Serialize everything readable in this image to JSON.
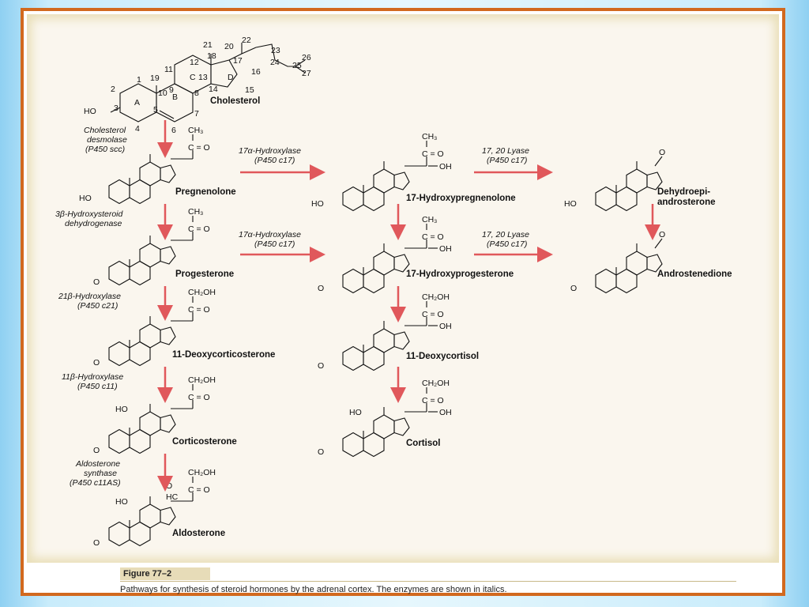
{
  "colors": {
    "arrow": "#e0585b",
    "frame": "#d2691e",
    "caption_tag": "#e7dcb8"
  },
  "cholesterol": {
    "name": "Cholesterol",
    "ho": "HO",
    "ring_letters": [
      "A",
      "B",
      "C",
      "D"
    ],
    "carbon_numbers": [
      "1",
      "2",
      "3",
      "4",
      "5",
      "6",
      "7",
      "8",
      "9",
      "10",
      "11",
      "12",
      "13",
      "14",
      "15",
      "16",
      "17",
      "18",
      "19",
      "20",
      "21",
      "22",
      "23",
      "24",
      "25",
      "26",
      "27"
    ]
  },
  "groups": {
    "ch3": "CH₃",
    "ch2oh": "CH₂OH",
    "c_eq_o": "C = O",
    "oh": "OH",
    "ho": "HO",
    "o": "O",
    "hc": "HC"
  },
  "compounds": {
    "pregnenolone": "Pregnenolone",
    "hydroxypregnenolone": "17-Hydroxypregnenolone",
    "dhea": [
      "Dehydroepi-",
      "androsterone"
    ],
    "progesterone": "Progesterone",
    "hydroxyprogesterone": "17-Hydroxyprogesterone",
    "androstenedione": "Androstenedione",
    "deoxycorticosterone": "11-Deoxycorticosterone",
    "deoxycortisol": "11-Deoxycortisol",
    "corticosterone": "Corticosterone",
    "cortisol": "Cortisol",
    "aldosterone": "Aldosterone"
  },
  "enzymes": {
    "desmolase": [
      "Cholesterol",
      "desmolase",
      "(P450 scc)"
    ],
    "hsd": [
      "3β-Hydroxysteroid",
      "dehydrogenase"
    ],
    "h21": [
      "21β-Hydroxylase",
      "(P450 c21)"
    ],
    "h11": [
      "11β-Hydroxylase",
      "(P450 c11)"
    ],
    "aldo_synthase": [
      "Aldosterone",
      "synthase",
      "(P450 c11AS)"
    ],
    "h17_top": [
      "17α-Hydroxylase",
      "(P450 c17)"
    ],
    "h17_mid": [
      "17α-Hydroxylase",
      "(P450 c17)"
    ],
    "lyase_top": [
      "17, 20 Lyase",
      "(P450 c17)"
    ],
    "lyase_mid": [
      "17, 20 Lyase",
      "(P450 c17)"
    ]
  },
  "figure": {
    "label": "Figure 77–2",
    "caption": "Pathways for synthesis of steroid hormones by the adrenal cortex. The enzymes are shown in italics."
  }
}
